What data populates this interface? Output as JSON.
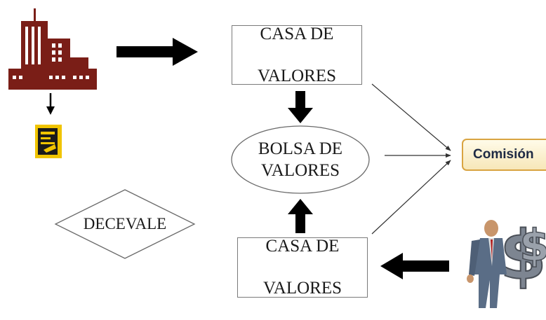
{
  "diagram": {
    "casa_top": {
      "line1": "CASA DE",
      "line2": "VALORES"
    },
    "bolsa": {
      "line1": "BOLSA DE",
      "line2": "VALORES"
    },
    "casa_bottom": {
      "line1": "CASA DE",
      "line2": "VALORES"
    },
    "decevale": "DECEVALE",
    "comision": "Comisión"
  },
  "icons": [
    "building-icon",
    "document-icon",
    "investor-money-icon"
  ],
  "colors": {
    "building": "#7a1e17",
    "document": "#f0c400",
    "arrow": "#000000",
    "comision_border": "#d9a441",
    "comision_text": "#1e2a44"
  }
}
